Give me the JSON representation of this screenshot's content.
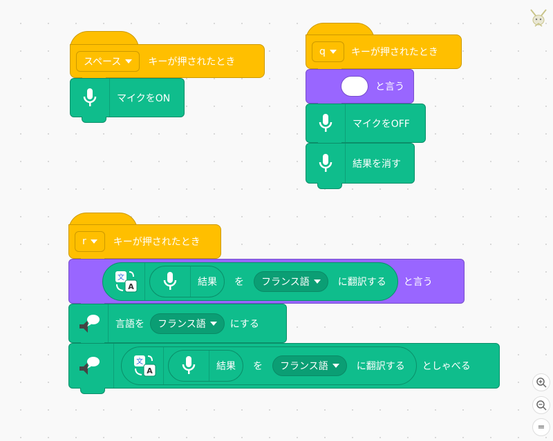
{
  "script1": {
    "hat_key": "スペース",
    "hat_suffix": "キーが押されたとき",
    "mic_on": "マイクをON"
  },
  "script2": {
    "hat_key": "q",
    "hat_suffix": "キーが押されたとき",
    "say_suffix": "と言う",
    "mic_off": "マイクをOFF",
    "clear_result": "結果を消す"
  },
  "script3": {
    "hat_key": "r",
    "hat_suffix": "キーが押されたとき",
    "say_row": {
      "result": "結果",
      "wo": "を",
      "language": "フランス語",
      "translate": "に翻訳する",
      "say": "と言う"
    },
    "voice_lang": {
      "prefix": "言語を",
      "language": "フランス語",
      "suffix": "にする"
    },
    "speak_row": {
      "result": "結果",
      "wo": "を",
      "language": "フランス語",
      "translate": "に翻訳する",
      "speak": "としゃべる"
    }
  },
  "zoom": {
    "in": "+",
    "out": "−",
    "reset": "="
  },
  "colors": {
    "events": "#ffbf00",
    "looks": "#9966ff",
    "extension": "#0fbd8c"
  },
  "icons": [
    "microphone-icon",
    "translate-icon",
    "speech-icon",
    "zoom-in-icon",
    "zoom-out-icon",
    "zoom-reset-icon"
  ]
}
